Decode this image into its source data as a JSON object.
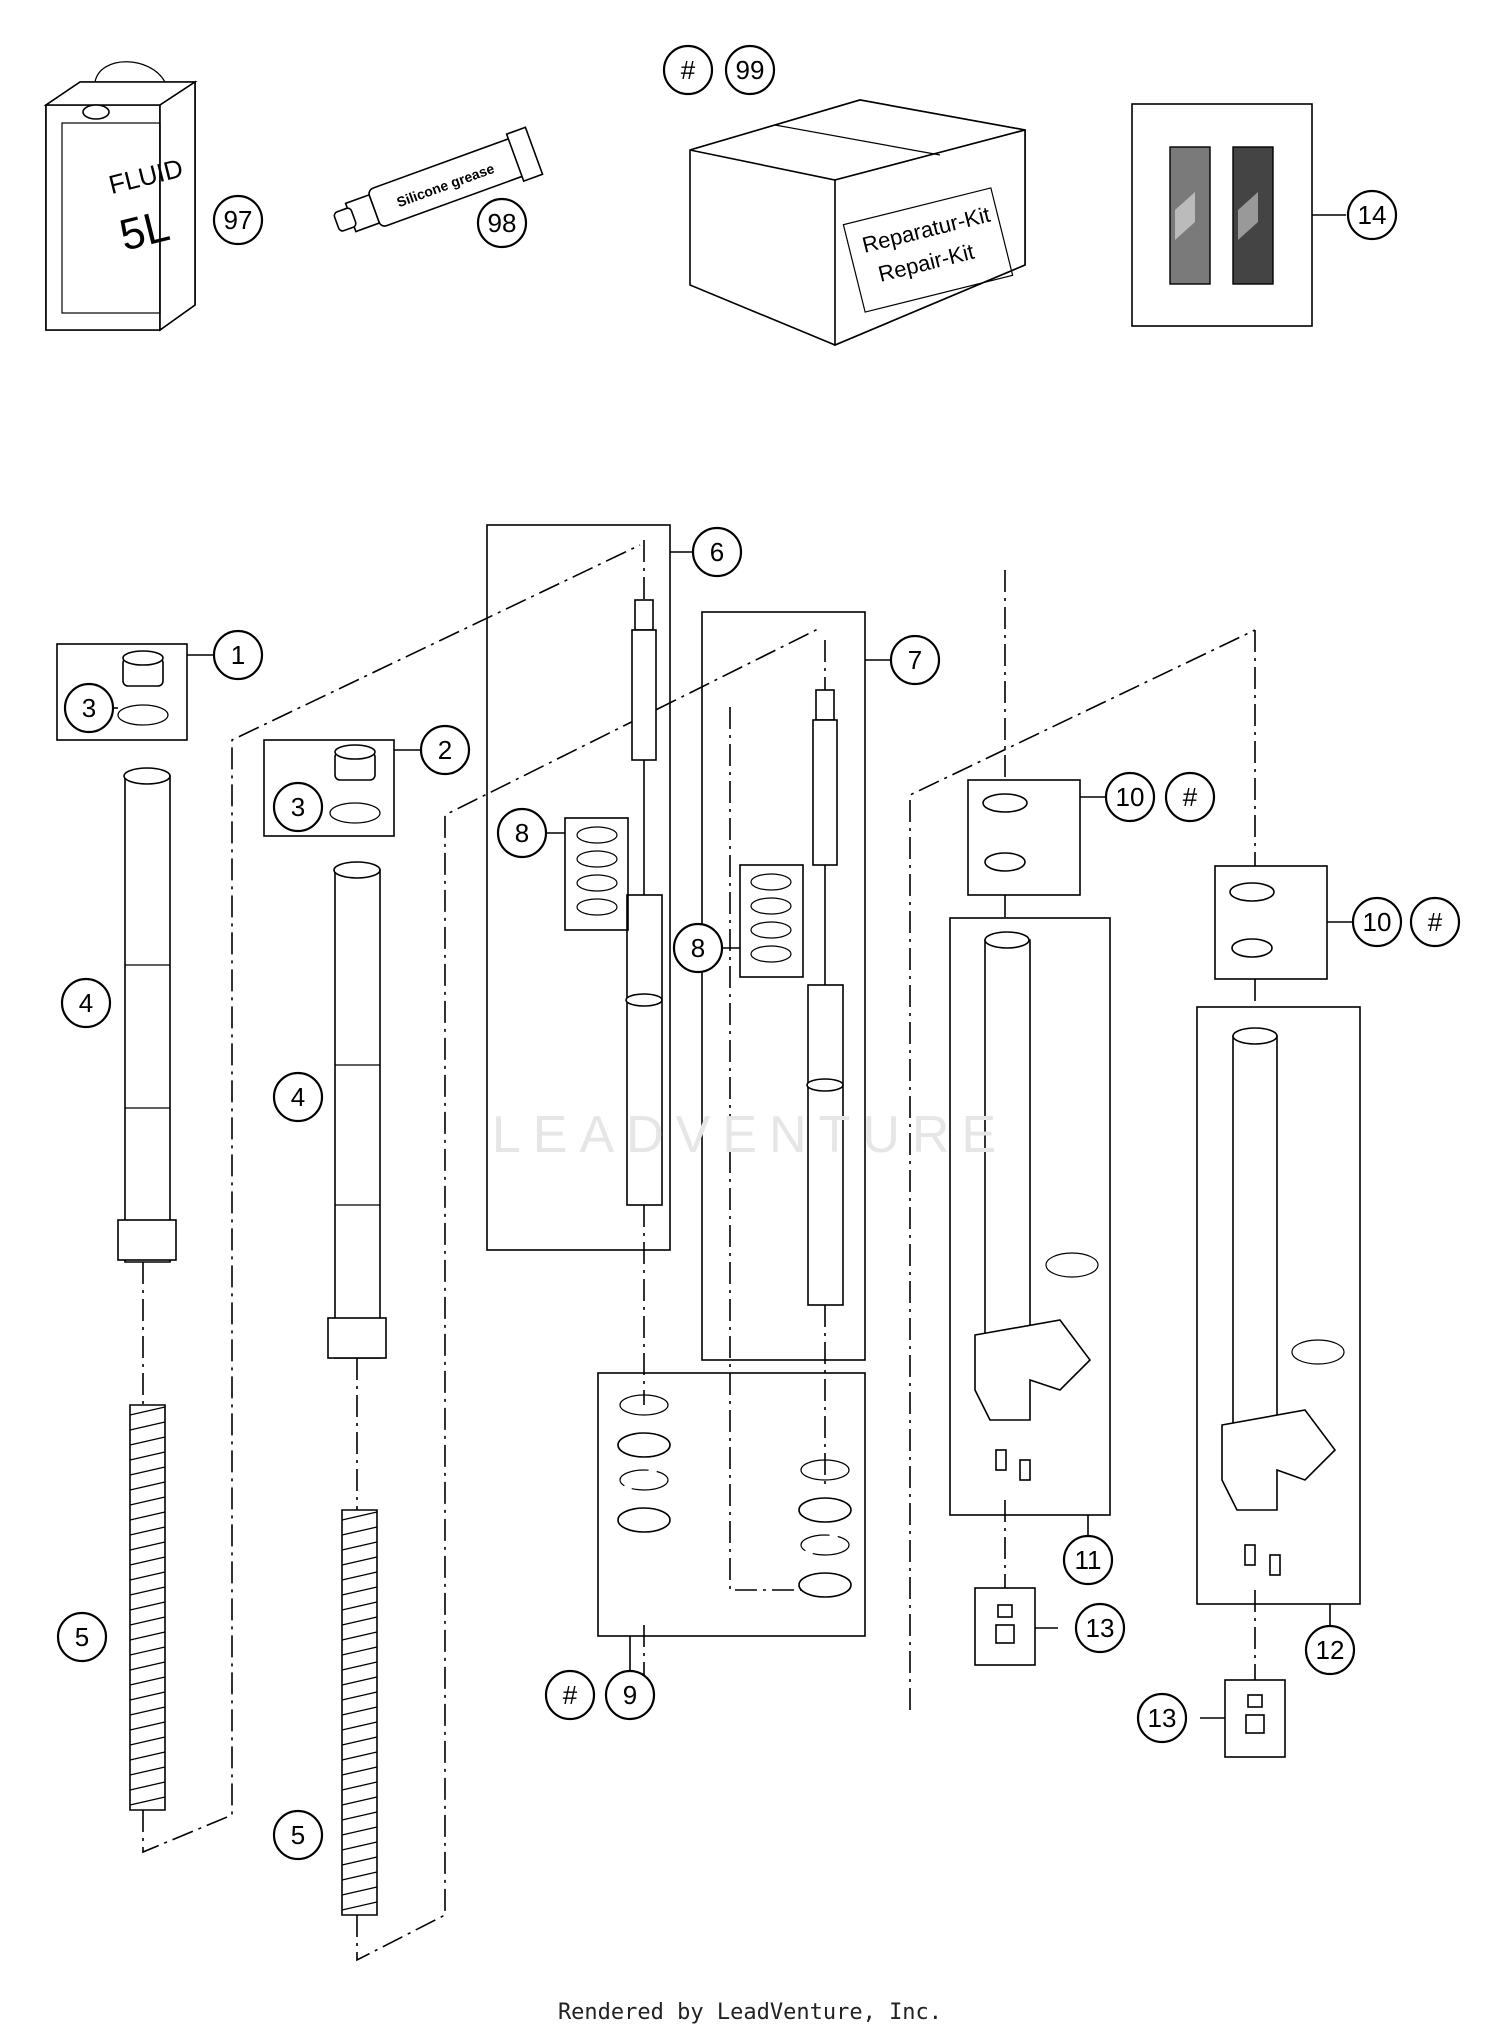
{
  "diagram": {
    "callouts": [
      "1",
      "2",
      "3",
      "3",
      "4",
      "4",
      "5",
      "5",
      "6",
      "7",
      "8",
      "8",
      "9",
      "#",
      "10",
      "#",
      "10",
      "#",
      "11",
      "12",
      "13",
      "13",
      "14",
      "97",
      "98",
      "#",
      "99"
    ],
    "fluid_can": {
      "line1": "FLUID",
      "line2": "5L"
    },
    "grease_tube": {
      "line1": "Silicone grease"
    },
    "repair_kit": {
      "line1": "Reparatur-Kit",
      "line2": "Repair-Kit"
    },
    "watermark": "LEADVENTURE",
    "footer": "Rendered by LeadVenture, Inc."
  }
}
